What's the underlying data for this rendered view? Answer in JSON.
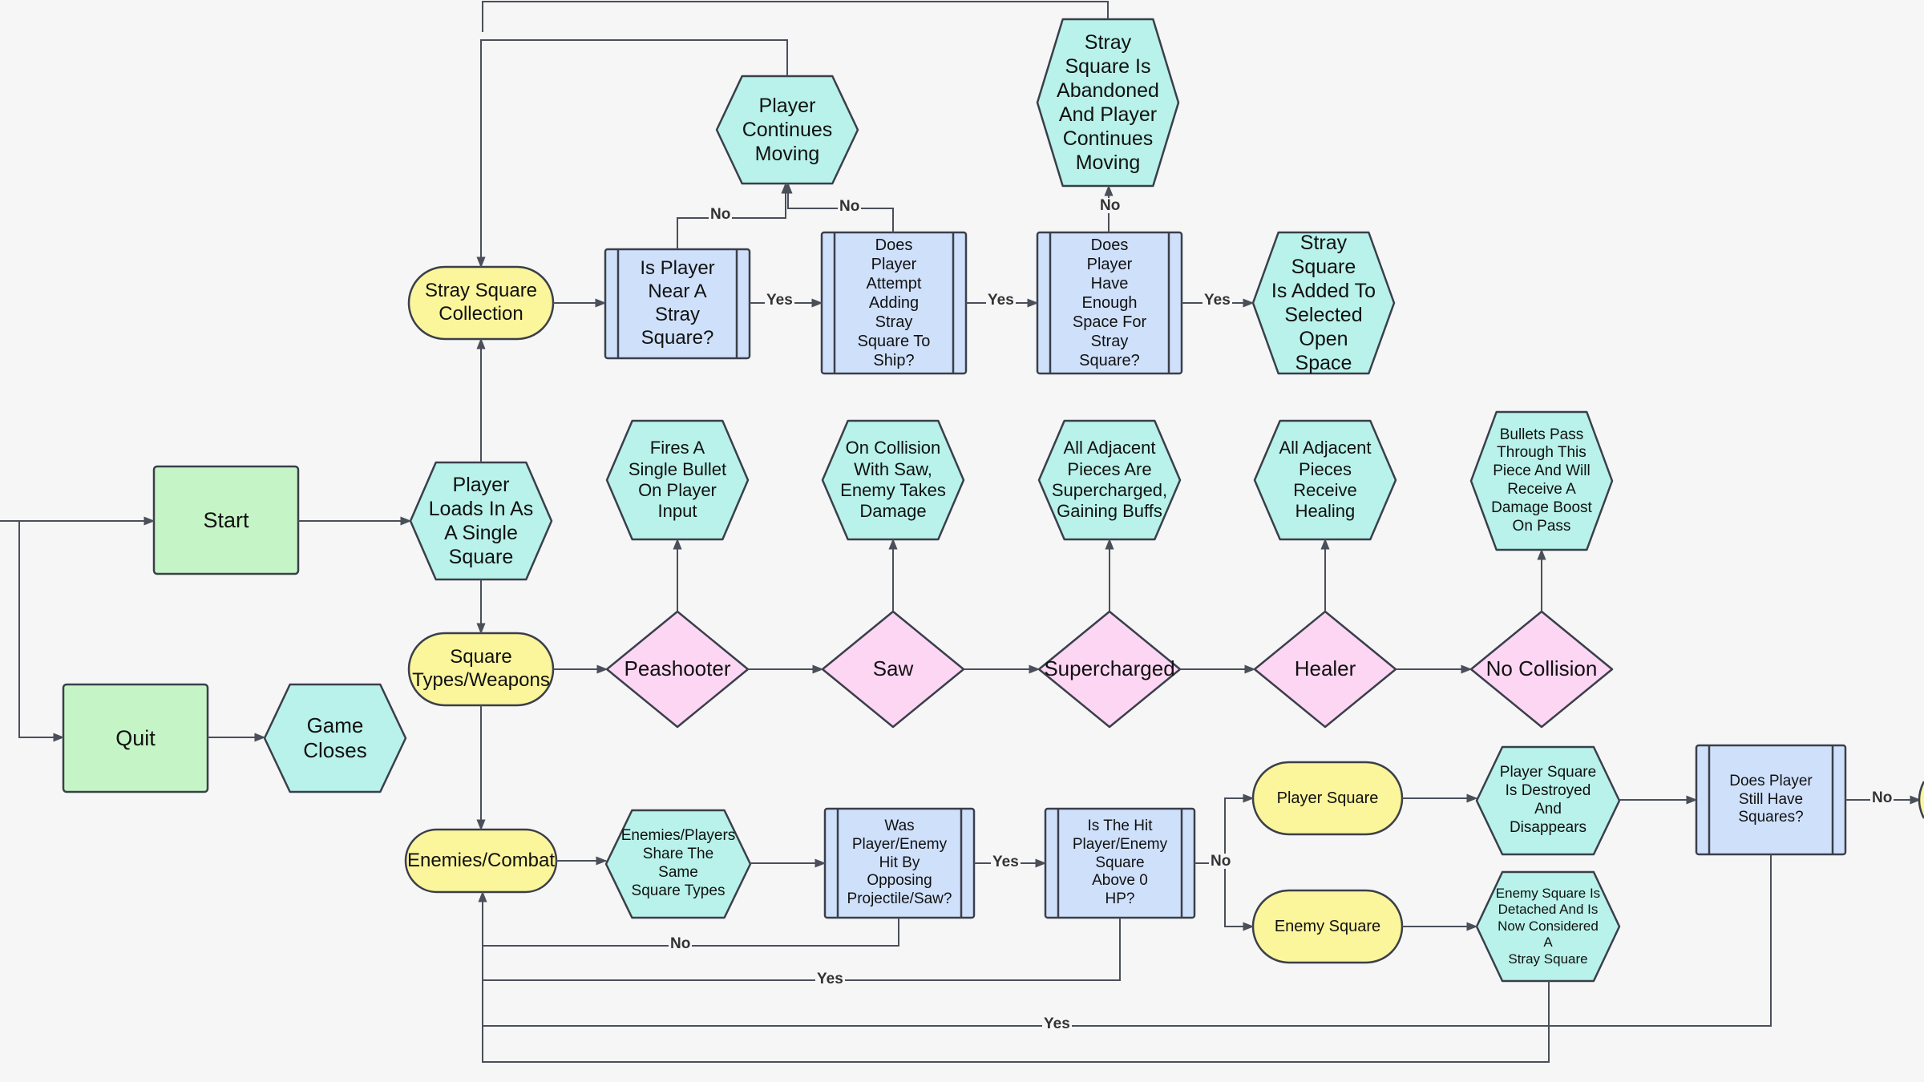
{
  "colors": {
    "green": "#c5f5c6",
    "teal": "#b8f2ea",
    "yellow": "#fbf59b",
    "pink": "#fcd6f3",
    "blue": "#cfe0fb",
    "stroke": "#3a3f4a",
    "line": "#4a4f5a"
  },
  "nodes": {
    "start": "Start",
    "quit": "Quit",
    "game_closes": "Game\nCloses",
    "player_loads": "Player\nLoads In As\nA Single\nSquare",
    "stray_square_collection": "Stray Square\nCollection",
    "is_player_near": "Is Player\nNear A\nStray\nSquare?",
    "player_continues_moving": "Player\nContinues\nMoving",
    "does_player_attempt": "Does\nPlayer\nAttempt\nAdding\nStray\nSquare To\nShip?",
    "does_player_have_space": "Does\nPlayer\nHave\nEnough\nSpace For\nStray\nSquare?",
    "stray_abandoned": "Stray\nSquare Is\nAbandoned\nAnd Player\nContinues\nMoving",
    "stray_added": "Stray Square\nIs Added To\nSelected\nOpen Space",
    "square_types": "Square\nTypes/Weapons",
    "peashooter": "Peashooter",
    "saw": "Saw",
    "supercharged": "Supercharged",
    "healer": "Healer",
    "no_collision": "No Collision",
    "fires_bullet": "Fires A\nSingle Bullet\nOn Player\nInput",
    "on_collision_saw": "On Collision\nWith Saw,\nEnemy Takes\nDamage",
    "all_adjacent_super": "All Adjacent\nPieces Are\nSupercharged,\nGaining Buffs",
    "all_adjacent_heal": "All Adjacent\nPieces\nReceive\nHealing",
    "bullets_pass": "Bullets Pass\nThrough This\nPiece And Will\nReceive A\nDamage Boost\nOn Pass",
    "enemies_combat": "Enemies/Combat",
    "share_types": "Enemies/Players\nShare The Same\nSquare Types",
    "was_hit": "Was\nPlayer/Enemy\nHit By\nOpposing\nProjectile/Saw?",
    "is_hit_above": "Is The Hit\nPlayer/Enemy\nSquare\nAbove 0\nHP?",
    "player_square": "Player Square",
    "enemy_square": "Enemy Square",
    "player_destroyed": "Player Square\nIs Destroyed And\nDisappears",
    "enemy_detached": "Enemy Square Is\nDetached And Is\nNow Considered A\nStray Square",
    "still_have_squares": "Does Player\nStill Have\nSquares?"
  },
  "edge_labels": {
    "yes": "Yes",
    "no": "No"
  }
}
